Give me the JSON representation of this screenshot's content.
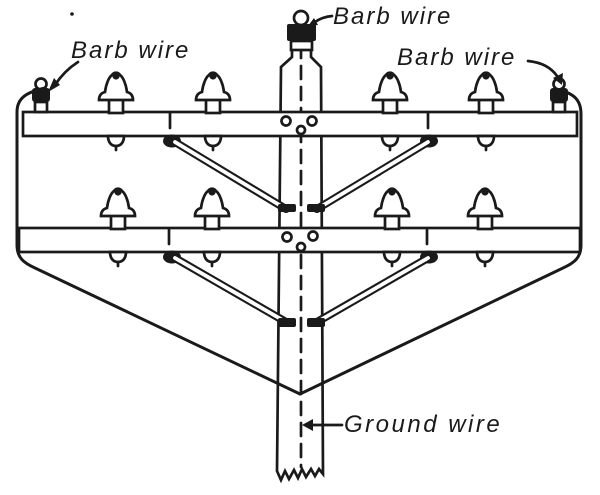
{
  "diagram": {
    "annotations": {
      "barb_wire_left": "Barb wire",
      "barb_wire_top": "Barb wire",
      "barb_wire_right": "Barb wire",
      "ground_wire": "Ground wire"
    },
    "colors": {
      "ink": "#1a1a1a",
      "paper": "#ffffff"
    }
  }
}
